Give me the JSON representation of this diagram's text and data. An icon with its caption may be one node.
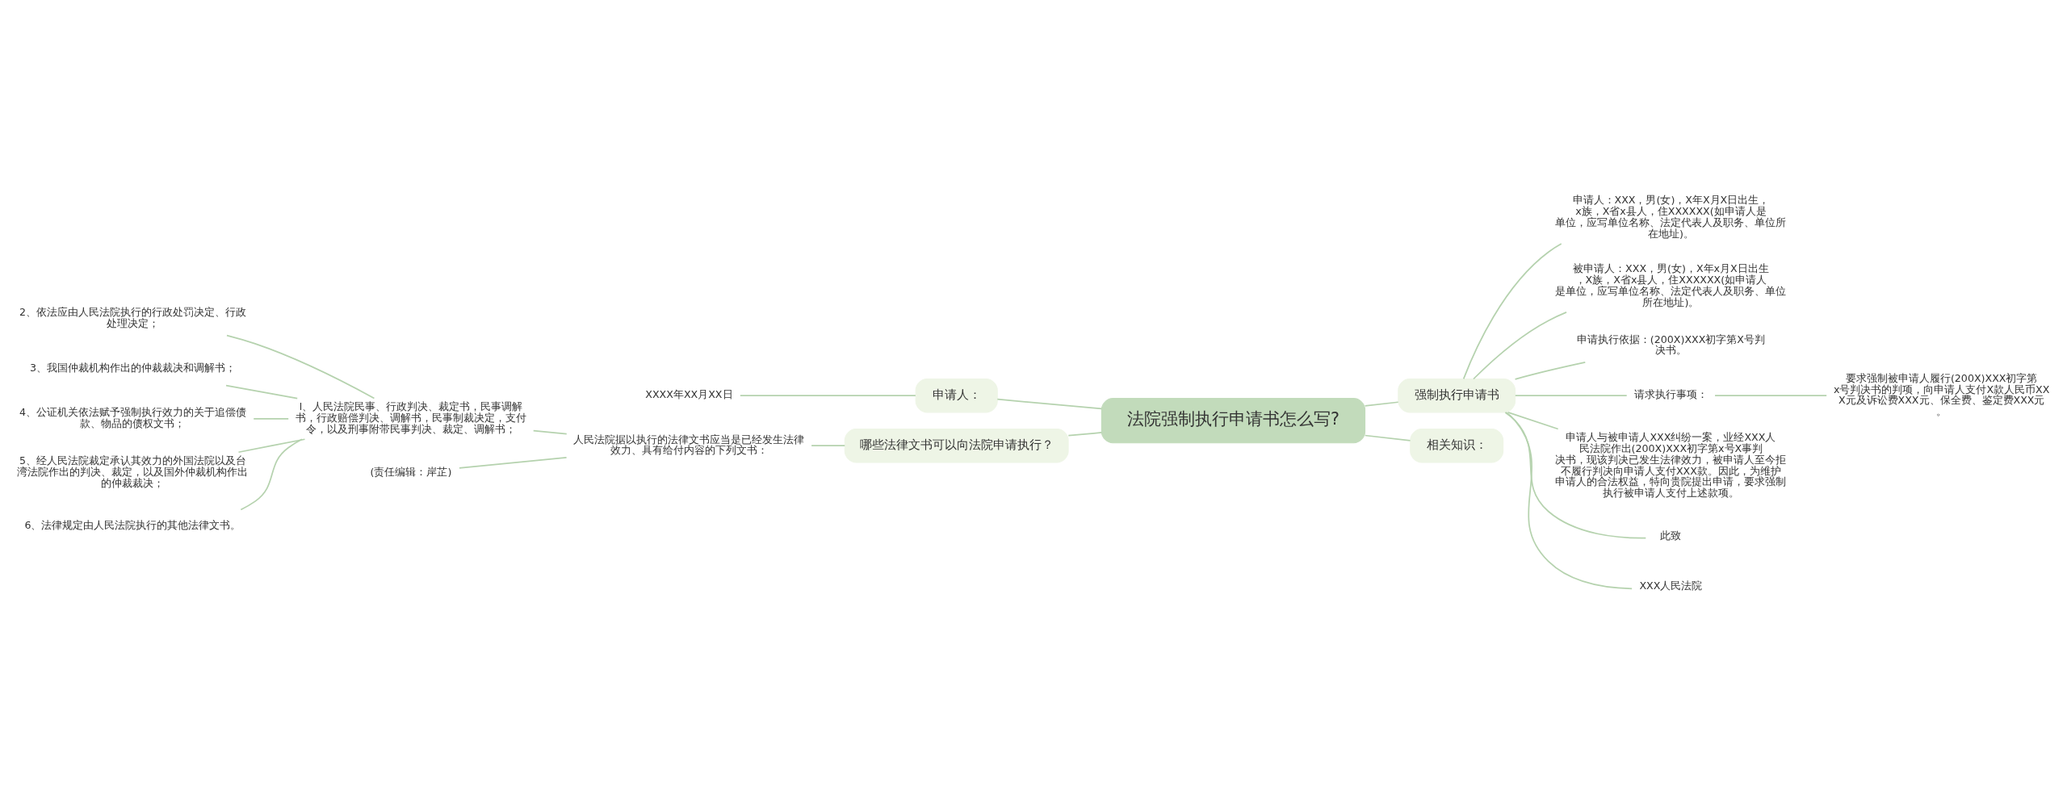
{
  "diagram": {
    "nodes": [
      {
        "text": [
          "法院强制执行申请书怎么写?"
        ]
      },
      {
        "text": [
          "强制执行申请书"
        ]
      },
      {
        "text": [
          "申请人：XXX，男(女)，X年X月X日出生，x族，X省x县人，住XXXXXX(如申请人是单位，应写单位名称、法定代表人及职务、单位所在地址)。"
        ]
      },
      {
        "text": [
          "被申请人：XXX，男(女)，X年x月X日出生，X族，X省x县人，住XXXXXX(如申请人是单位，应写单位名称、法定代表人及职务、单位所在地址)。"
        ]
      },
      {
        "text": [
          "申请执行依据：(200X)XXX初字第X号判决书。"
        ]
      },
      {
        "text": [
          "请求执行事项："
        ]
      },
      {
        "text": [
          "要求强制被申请人履行(200X)XXX初字第x号判决书的判项，向申请人支付X款人民币XXX元及诉讼费XXX元、保全费、鉴定费XXX元。"
        ]
      },
      {
        "text": [
          "申请人与被申请人XXX纠纷一案，业经XXX人民法院作出(200X)XXX初字第x号X事判决书，现该判决已发生法律效力，被申请人至今拒不履行判决向申请人支付XXX款。因此，为维护申请人的合法权益，特向贵院提出申请，要求强制执行被申请人支付上述款项。"
        ]
      },
      {
        "text": [
          "此致"
        ]
      },
      {
        "text": [
          "XXX人民法院"
        ]
      },
      {
        "text": [
          "相关知识："
        ]
      },
      {
        "text": [
          "申请人："
        ]
      },
      {
        "text": [
          "XXXX年XX月XX日"
        ]
      },
      {
        "text": [
          "哪些法律文书可以向法院申请执行？"
        ]
      },
      {
        "text": [
          "人民法院据以执行的法律文书应当是已经发生法律效力、具有给付内容的下列文书："
        ]
      },
      {
        "text": [
          "l、人民法院民事、行政判决、裁定书，民事调解书，行政赔偿判决、调解书，民事制裁决定，支付令，以及刑事附带民事判决、裁定、调解书；"
        ]
      },
      {
        "text": [
          "2、依法应由人民法院执行的行政处罚决定、行政处理决定；"
        ]
      },
      {
        "text": [
          "3、我国仲裁机构作出的仲裁裁决和调解书；"
        ]
      },
      {
        "text": [
          "4、公证机关依法赋予强制执行效力的关于追偿债款、物品的债权文书；"
        ]
      },
      {
        "text": [
          "5、经人民法院裁定承认其效力的外国法院以及台湾法院作出的判决、裁定，以及国外仲裁机构作出的仲裁裁决；"
        ]
      },
      {
        "text": [
          "6、法律规定由人民法院执行的其他法律文书。"
        ]
      },
      {
        "text": [
          "(责任编辑：岸芷)"
        ]
      }
    ],
    "edges": [
      {
        "from": 0,
        "to": 1,
        "arrow": "none"
      },
      {
        "from": 1,
        "to": 2,
        "arrow": "none"
      },
      {
        "from": 1,
        "to": 3,
        "arrow": "none"
      },
      {
        "from": 1,
        "to": 4,
        "arrow": "none"
      },
      {
        "from": 1,
        "to": 5,
        "arrow": "none"
      },
      {
        "from": 5,
        "to": 6,
        "arrow": "none"
      },
      {
        "from": 1,
        "to": 7,
        "arrow": "none"
      },
      {
        "from": 1,
        "to": 8,
        "arrow": "none"
      },
      {
        "from": 1,
        "to": 9,
        "arrow": "none"
      },
      {
        "from": 0,
        "to": 10,
        "arrow": "none"
      },
      {
        "from": 0,
        "to": 11,
        "arrow": "none"
      },
      {
        "from": 11,
        "to": 12,
        "arrow": "none"
      },
      {
        "from": 0,
        "to": 13,
        "arrow": "none"
      },
      {
        "from": 13,
        "to": 14,
        "arrow": "none"
      },
      {
        "from": 14,
        "to": 15,
        "arrow": "none"
      },
      {
        "from": 15,
        "to": 16,
        "arrow": "none"
      },
      {
        "from": 15,
        "to": 17,
        "arrow": "none"
      },
      {
        "from": 15,
        "to": 18,
        "arrow": "none"
      },
      {
        "from": 15,
        "to": 19,
        "arrow": "none"
      },
      {
        "from": 15,
        "to": 20,
        "arrow": "none"
      },
      {
        "from": 14,
        "to": 21,
        "arrow": "none"
      }
    ]
  }
}
